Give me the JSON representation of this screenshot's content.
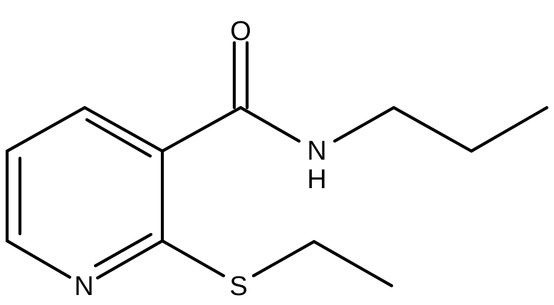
{
  "structure": {
    "atoms": {
      "oxygen": "O",
      "amide_nitrogen": "N",
      "amide_hydrogen": "H",
      "ring_nitrogen": "N",
      "sulfur": "S"
    }
  },
  "colors": {
    "bond": "#000000",
    "label": "#000000",
    "background": "#ffffff"
  }
}
